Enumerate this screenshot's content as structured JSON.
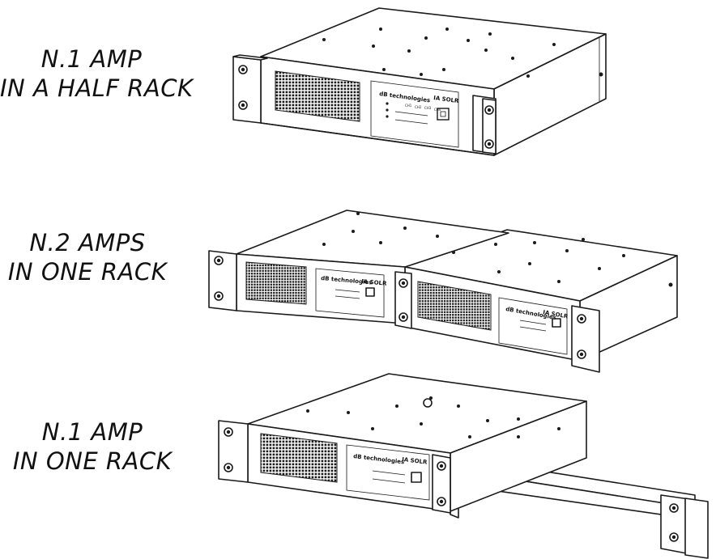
{
  "configurations": [
    {
      "line1": "N.1 AMP",
      "line2": "IN A HALF RACK"
    },
    {
      "line1": "N.2 AMPS",
      "line2": "IN ONE RACK"
    },
    {
      "line1": "N.1 AMP",
      "line2": "IN ONE RACK"
    }
  ],
  "device": {
    "brand_logo": "IA SOLR",
    "maker_logo": "dB technologies",
    "channels": [
      "CH1",
      "CH2",
      "CH3",
      "CH4"
    ]
  }
}
